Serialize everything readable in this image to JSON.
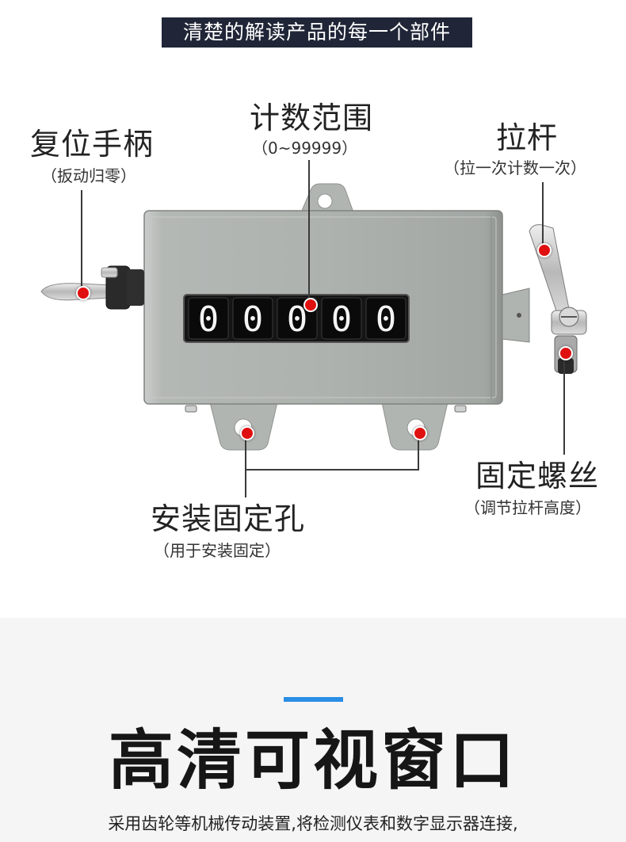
{
  "banner": "清楚的解读产品的每一个部件",
  "labels": {
    "reset_handle": {
      "title": "复位手柄",
      "note": "（扳动归零）"
    },
    "count_range": {
      "title": "计数范围",
      "note": "（0~99999）"
    },
    "pull_rod": {
      "title": "拉杆",
      "note": "（拉一次计数一次）"
    },
    "fixing_screw": {
      "title": "固定螺丝",
      "note": "（调节拉杆高度）"
    },
    "mounting_holes": {
      "title": "安装固定孔",
      "note": "（用于安装固定）"
    }
  },
  "counter_digits": [
    "0",
    "0",
    "0",
    "0",
    "0"
  ],
  "section": {
    "title": "高清可视窗口",
    "description": "采用齿轮等机械传动装置,将检测仪表和数字显示器连接,"
  },
  "colors": {
    "banner_bg": "#202637",
    "marker": "#e01010",
    "accent": "#2a8ee4",
    "device_body": "#a9aeaa"
  }
}
